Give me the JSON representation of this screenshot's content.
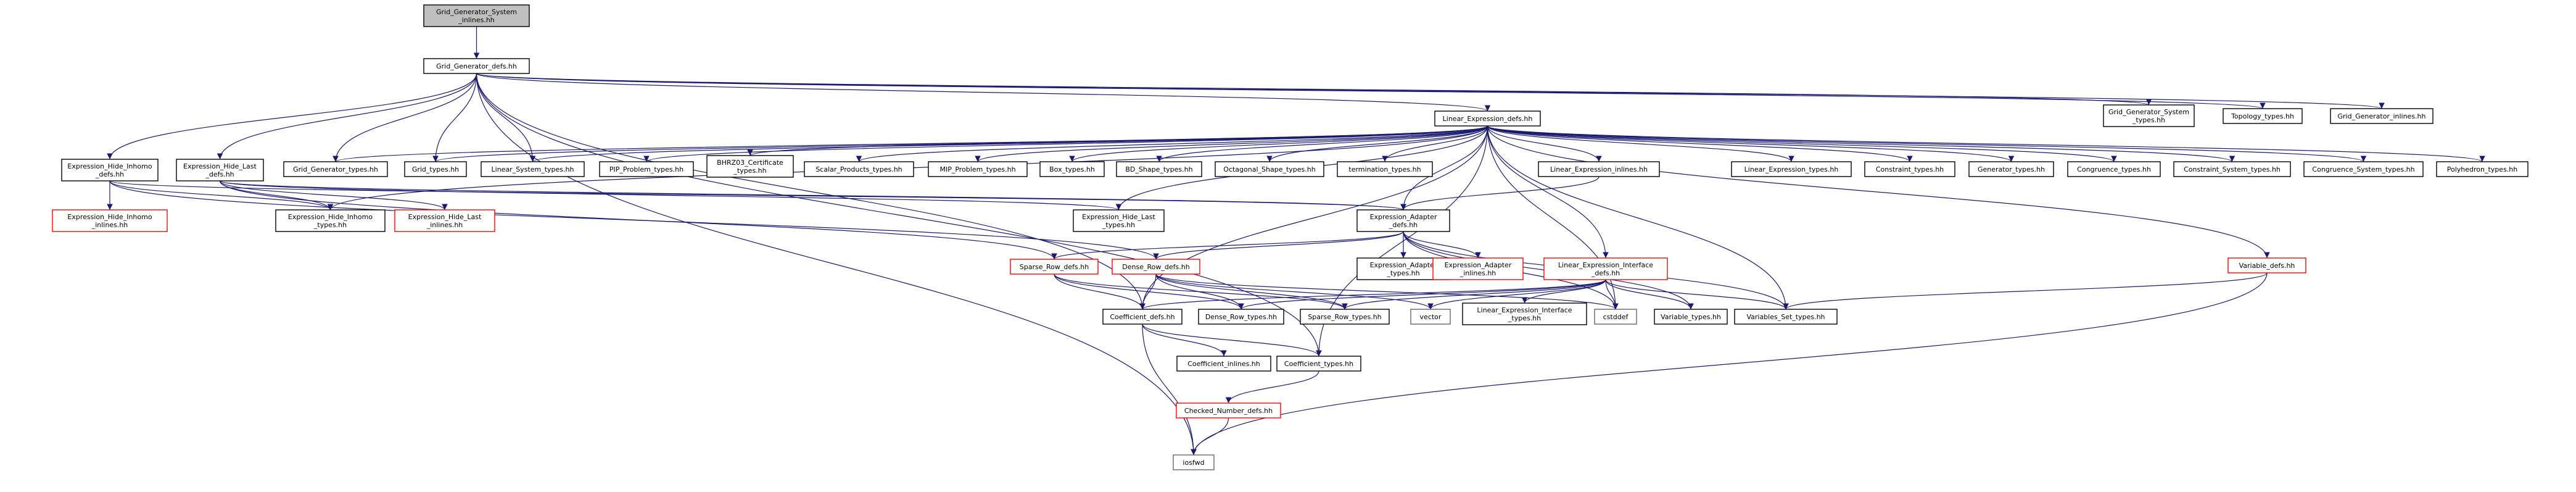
{
  "colors": {
    "edge": "#191970",
    "focus_fill": "#bfbfbf",
    "node_border": "#000000",
    "truncated_border": "#ff0000",
    "external_border": "#666666"
  },
  "nodes": [
    {
      "id": "ggsi",
      "lines": [
        "Grid_Generator_System",
        "_inlines.hh"
      ],
      "style": "focus"
    },
    {
      "id": "ggd",
      "lines": [
        "Grid_Generator_defs.hh"
      ],
      "style": "black"
    },
    {
      "id": "led",
      "lines": [
        "Linear_Expression_defs.hh"
      ],
      "style": "black"
    },
    {
      "id": "ggst",
      "lines": [
        "Grid_Generator_System",
        "_types.hh"
      ],
      "style": "black"
    },
    {
      "id": "topo",
      "lines": [
        "Topology_types.hh"
      ],
      "style": "black"
    },
    {
      "id": "ggi",
      "lines": [
        "Grid_Generator_inlines.hh"
      ],
      "style": "black"
    },
    {
      "id": "ehid",
      "lines": [
        "Expression_Hide_Inhomo",
        "_defs.hh"
      ],
      "style": "black"
    },
    {
      "id": "ehld",
      "lines": [
        "Expression_Hide_Last",
        "_defs.hh"
      ],
      "style": "black"
    },
    {
      "id": "ggt",
      "lines": [
        "Grid_Generator_types.hh"
      ],
      "style": "black"
    },
    {
      "id": "gt",
      "lines": [
        "Grid_types.hh"
      ],
      "style": "black"
    },
    {
      "id": "lst",
      "lines": [
        "Linear_System_types.hh"
      ],
      "style": "black"
    },
    {
      "id": "pipt",
      "lines": [
        "PIP_Problem_types.hh"
      ],
      "style": "black"
    },
    {
      "id": "bhrz",
      "lines": [
        "BHRZ03_Certificate",
        "_types.hh"
      ],
      "style": "black"
    },
    {
      "id": "spt",
      "lines": [
        "Scalar_Products_types.hh"
      ],
      "style": "black"
    },
    {
      "id": "mipt",
      "lines": [
        "MIP_Problem_types.hh"
      ],
      "style": "black"
    },
    {
      "id": "boxt",
      "lines": [
        "Box_types.hh"
      ],
      "style": "black"
    },
    {
      "id": "bdst",
      "lines": [
        "BD_Shape_types.hh"
      ],
      "style": "black"
    },
    {
      "id": "ost",
      "lines": [
        "Octagonal_Shape_types.hh"
      ],
      "style": "black"
    },
    {
      "id": "term",
      "lines": [
        "termination_types.hh"
      ],
      "style": "black"
    },
    {
      "id": "lei",
      "lines": [
        "Linear_Expression_inlines.hh"
      ],
      "style": "black"
    },
    {
      "id": "let",
      "lines": [
        "Linear_Expression_types.hh"
      ],
      "style": "black"
    },
    {
      "id": "ct",
      "lines": [
        "Constraint_types.hh"
      ],
      "style": "black"
    },
    {
      "id": "gent",
      "lines": [
        "Generator_types.hh"
      ],
      "style": "black"
    },
    {
      "id": "cgt",
      "lines": [
        "Congruence_types.hh"
      ],
      "style": "black"
    },
    {
      "id": "cst",
      "lines": [
        "Constraint_System_types.hh"
      ],
      "style": "black"
    },
    {
      "id": "cgst",
      "lines": [
        "Congruence_System_types.hh"
      ],
      "style": "black"
    },
    {
      "id": "polyt",
      "lines": [
        "Polyhedron_types.hh"
      ],
      "style": "black"
    },
    {
      "id": "ehii",
      "lines": [
        "Expression_Hide_Inhomo",
        "_inlines.hh"
      ],
      "style": "red"
    },
    {
      "id": "ehit",
      "lines": [
        "Expression_Hide_Inhomo",
        "_types.hh"
      ],
      "style": "black"
    },
    {
      "id": "ehli",
      "lines": [
        "Expression_Hide_Last",
        "_inlines.hh"
      ],
      "style": "red"
    },
    {
      "id": "ehlt",
      "lines": [
        "Expression_Hide_Last",
        "_types.hh"
      ],
      "style": "black"
    },
    {
      "id": "ead",
      "lines": [
        "Expression_Adapter",
        "_defs.hh"
      ],
      "style": "black"
    },
    {
      "id": "eat",
      "lines": [
        "Expression_Adapter",
        "_types.hh"
      ],
      "style": "black"
    },
    {
      "id": "eai",
      "lines": [
        "Expression_Adapter",
        "_inlines.hh"
      ],
      "style": "red"
    },
    {
      "id": "leid",
      "lines": [
        "Linear_Expression_Interface",
        "_defs.hh"
      ],
      "style": "red"
    },
    {
      "id": "vd",
      "lines": [
        "Variable_defs.hh"
      ],
      "style": "red"
    },
    {
      "id": "srd",
      "lines": [
        "Sparse_Row_defs.hh"
      ],
      "style": "red"
    },
    {
      "id": "drd",
      "lines": [
        "Dense_Row_defs.hh"
      ],
      "style": "red"
    },
    {
      "id": "cd",
      "lines": [
        "Coefficient_defs.hh"
      ],
      "style": "black"
    },
    {
      "id": "drt",
      "lines": [
        "Dense_Row_types.hh"
      ],
      "style": "black"
    },
    {
      "id": "srt",
      "lines": [
        "Sparse_Row_types.hh"
      ],
      "style": "black"
    },
    {
      "id": "vec",
      "lines": [
        "vector"
      ],
      "style": "grey"
    },
    {
      "id": "leit",
      "lines": [
        "Linear_Expression_Interface",
        "_types.hh"
      ],
      "style": "black"
    },
    {
      "id": "cstddef",
      "lines": [
        "cstddef"
      ],
      "style": "grey"
    },
    {
      "id": "vt",
      "lines": [
        "Variable_types.hh"
      ],
      "style": "black"
    },
    {
      "id": "vst",
      "lines": [
        "Variables_Set_types.hh"
      ],
      "style": "black"
    },
    {
      "id": "ci",
      "lines": [
        "Coefficient_inlines.hh"
      ],
      "style": "black"
    },
    {
      "id": "cft",
      "lines": [
        "Coefficient_types.hh"
      ],
      "style": "black"
    },
    {
      "id": "cnd",
      "lines": [
        "Checked_Number_defs.hh"
      ],
      "style": "red"
    },
    {
      "id": "iosfwd",
      "lines": [
        "iosfwd"
      ],
      "style": "grey"
    }
  ],
  "edges": [
    [
      "ggsi",
      "ggd"
    ],
    [
      "ggd",
      "led"
    ],
    [
      "ggd",
      "ggst"
    ],
    [
      "ggd",
      "topo"
    ],
    [
      "ggd",
      "ggi"
    ],
    [
      "ggd",
      "ehid"
    ],
    [
      "ggd",
      "ehld"
    ],
    [
      "ggd",
      "ggt"
    ],
    [
      "ggd",
      "gt"
    ],
    [
      "ggd",
      "lst"
    ],
    [
      "ggd",
      "cd"
    ],
    [
      "ggd",
      "cft"
    ],
    [
      "ggd",
      "iosfwd"
    ],
    [
      "led",
      "ggt"
    ],
    [
      "led",
      "gt"
    ],
    [
      "led",
      "lst"
    ],
    [
      "led",
      "pipt"
    ],
    [
      "led",
      "bhrz"
    ],
    [
      "led",
      "spt"
    ],
    [
      "led",
      "mipt"
    ],
    [
      "led",
      "boxt"
    ],
    [
      "led",
      "bdst"
    ],
    [
      "led",
      "ost"
    ],
    [
      "led",
      "term"
    ],
    [
      "led",
      "lei"
    ],
    [
      "led",
      "let"
    ],
    [
      "led",
      "ct"
    ],
    [
      "led",
      "gent"
    ],
    [
      "led",
      "cgt"
    ],
    [
      "led",
      "cst"
    ],
    [
      "led",
      "cgst"
    ],
    [
      "led",
      "polyt"
    ],
    [
      "led",
      "ehit"
    ],
    [
      "led",
      "ehlt"
    ],
    [
      "led",
      "ead"
    ],
    [
      "led",
      "leid"
    ],
    [
      "led",
      "vd"
    ],
    [
      "led",
      "cstddef"
    ],
    [
      "led",
      "vst"
    ],
    [
      "led",
      "cd"
    ],
    [
      "led",
      "cft"
    ],
    [
      "ehid",
      "ehii"
    ],
    [
      "ehid",
      "ehit"
    ],
    [
      "ehid",
      "ead"
    ],
    [
      "ehid",
      "drd"
    ],
    [
      "ehld",
      "ehit"
    ],
    [
      "ehld",
      "ehli"
    ],
    [
      "ehld",
      "ehlt"
    ],
    [
      "ehld",
      "ead"
    ],
    [
      "ehld",
      "srd"
    ],
    [
      "lei",
      "ead"
    ],
    [
      "ead",
      "eat"
    ],
    [
      "ead",
      "eai"
    ],
    [
      "ead",
      "srd"
    ],
    [
      "ead",
      "drd"
    ],
    [
      "ead",
      "cstddef"
    ],
    [
      "ead",
      "vt"
    ],
    [
      "ead",
      "vst"
    ],
    [
      "leid",
      "cd"
    ],
    [
      "leid",
      "vec"
    ],
    [
      "leid",
      "leit"
    ],
    [
      "leid",
      "cstddef"
    ],
    [
      "leid",
      "vt"
    ],
    [
      "leid",
      "vst"
    ],
    [
      "leid",
      "drt"
    ],
    [
      "leid",
      "srt"
    ],
    [
      "vd",
      "vst"
    ],
    [
      "vd",
      "iosfwd"
    ],
    [
      "srd",
      "cd"
    ],
    [
      "srd",
      "drt"
    ],
    [
      "srd",
      "srt"
    ],
    [
      "drd",
      "cd"
    ],
    [
      "drd",
      "drt"
    ],
    [
      "drd",
      "srt"
    ],
    [
      "drd",
      "vec"
    ],
    [
      "drd",
      "cstddef"
    ],
    [
      "cd",
      "ci"
    ],
    [
      "cd",
      "cft"
    ],
    [
      "cd",
      "iosfwd"
    ],
    [
      "cft",
      "cnd"
    ],
    [
      "cnd",
      "iosfwd"
    ]
  ]
}
